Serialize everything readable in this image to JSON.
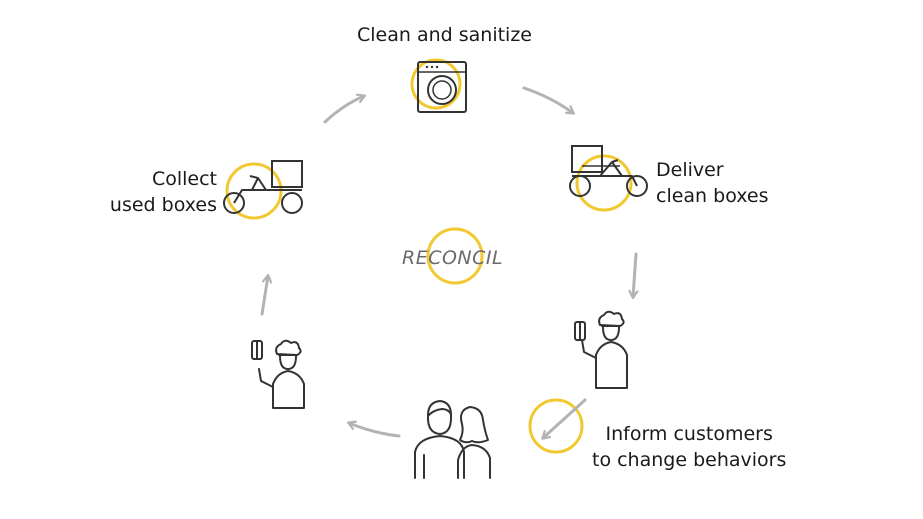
{
  "center": {
    "label": "RECONCIL"
  },
  "steps": [
    {
      "id": "clean",
      "label": "Clean and sanitize",
      "icon": "washing-machine-icon"
    },
    {
      "id": "deliver",
      "line1": "Deliver",
      "line2": "clean boxes",
      "icon": "cargo-bike-icon"
    },
    {
      "id": "chef-right",
      "icon": "chef-icon"
    },
    {
      "id": "inform",
      "line1": "Inform customers",
      "line2": "to change behaviors",
      "icon": "arrow-circle-icon"
    },
    {
      "id": "customers",
      "icon": "customers-icon"
    },
    {
      "id": "chef-left",
      "icon": "chef-icon"
    },
    {
      "id": "collect",
      "line1": "Collect",
      "line2": "used boxes",
      "icon": "cargo-bike-icon"
    }
  ],
  "colors": {
    "highlight": "#f2c830",
    "arrow": "#b3b3b3",
    "ink": "#333333"
  }
}
